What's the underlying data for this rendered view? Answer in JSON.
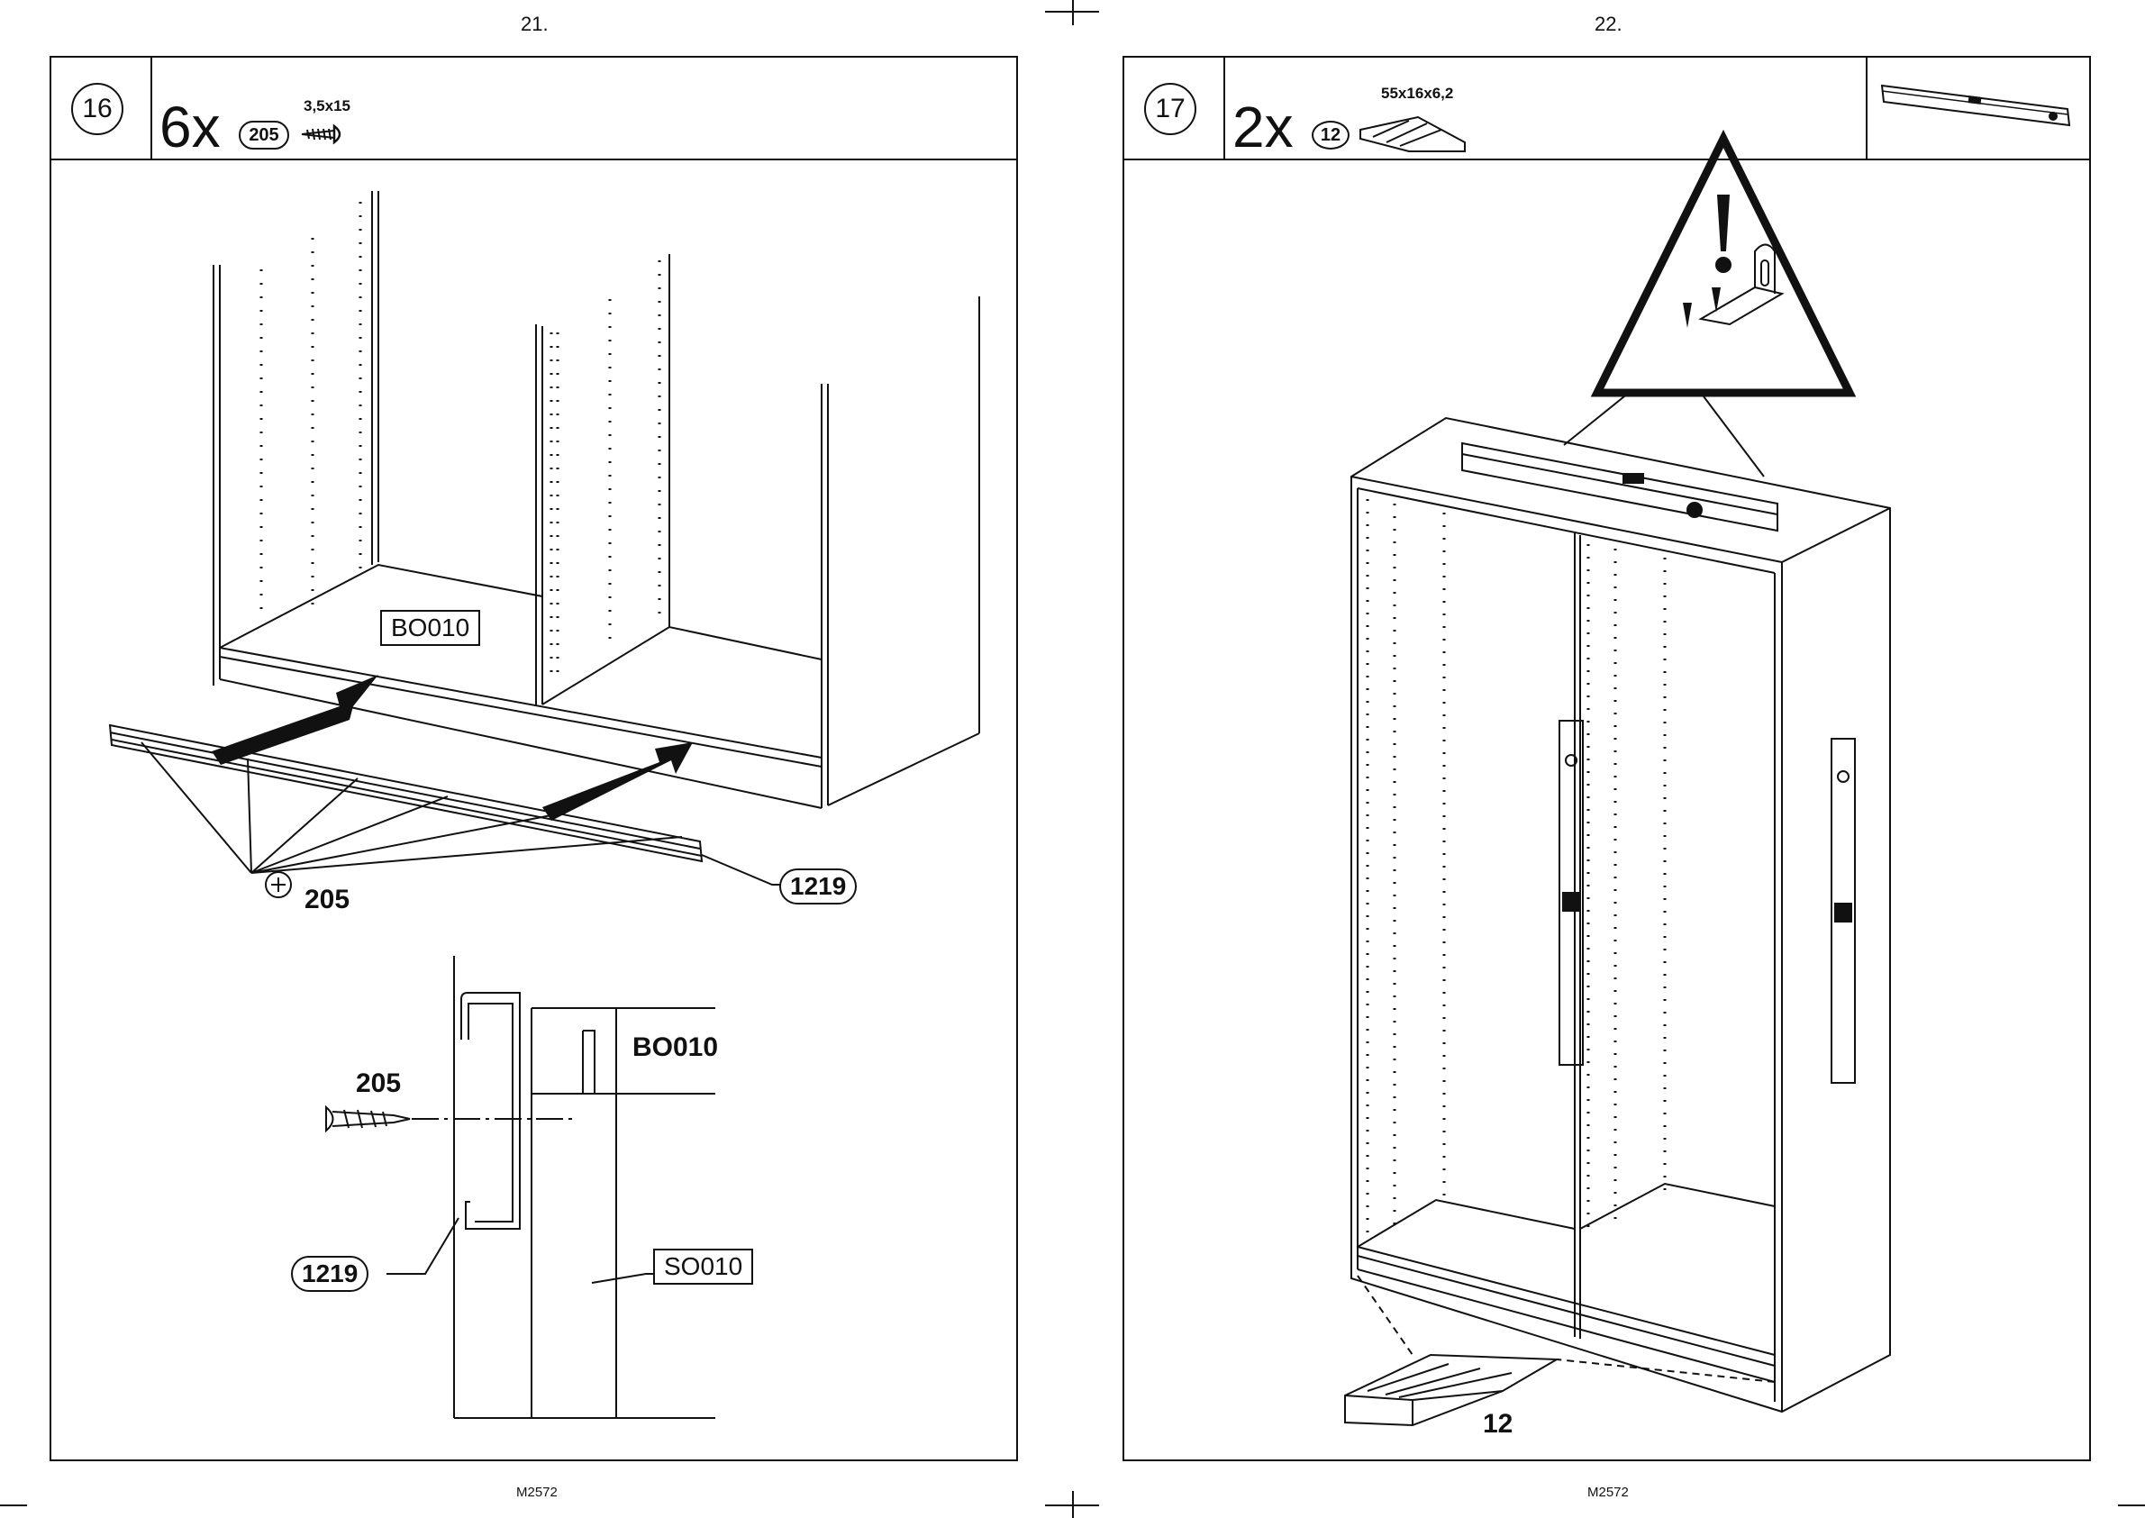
{
  "page_left": {
    "page_number": "21.",
    "step": "16",
    "quantity": "6x",
    "part_id": "205",
    "part_spec": "3,5x15",
    "labels": {
      "board": "BO010",
      "rail": "1219",
      "screw": "205",
      "detail_board": "BO010",
      "detail_screw": "205",
      "detail_rail": "1219",
      "detail_side": "SO010"
    },
    "footer": "M2572"
  },
  "page_right": {
    "page_number": "22.",
    "step": "17",
    "quantity": "2x",
    "part_id": "12",
    "part_spec": "55x16x6,2",
    "tool_icon": "spirit-level-icon",
    "warning_icon": "warning-triangle-icon",
    "labels": {
      "wedge": "12"
    },
    "footer": "M2572"
  }
}
